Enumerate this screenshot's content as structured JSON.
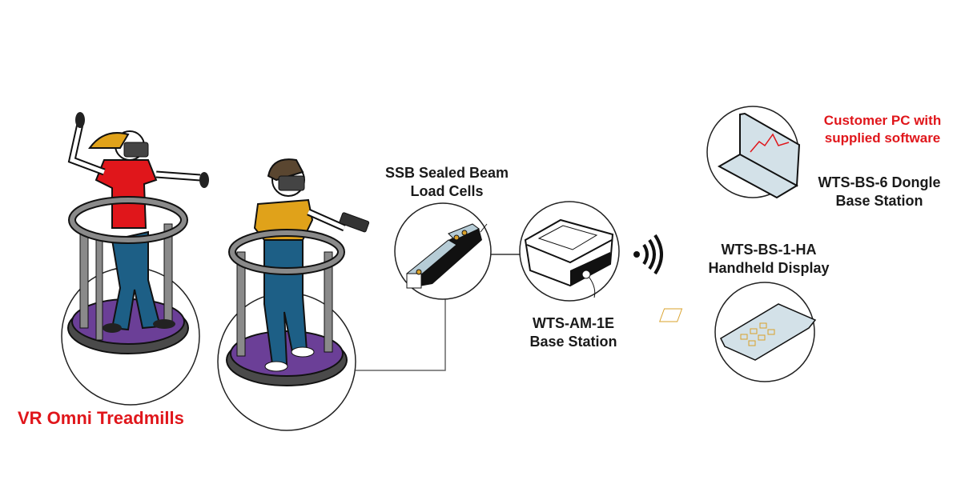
{
  "labels": {
    "load_cells": [
      "SSB Sealed Beam",
      "Load Cells"
    ],
    "base_station": [
      "WTS-AM-1E",
      "Base Station"
    ],
    "customer_pc": [
      "Customer PC with",
      "supplied software"
    ],
    "dongle": [
      "WTS-BS-6 Dongle",
      "Base Station"
    ],
    "handheld": [
      "WTS-BS-1-HA",
      "Handheld Display"
    ],
    "treadmills": "VR Omni Treadmills"
  },
  "colors": {
    "accent_red": "#e0161b",
    "platform_purple": "#6b3f97",
    "frame_gray": "#8a8a8a",
    "device_blue": "#d3e1e8",
    "shirt_yellow": "#e0a21a",
    "jeans_blue": "#1d5f86"
  },
  "icons": [
    "wireless-signal-icon"
  ]
}
